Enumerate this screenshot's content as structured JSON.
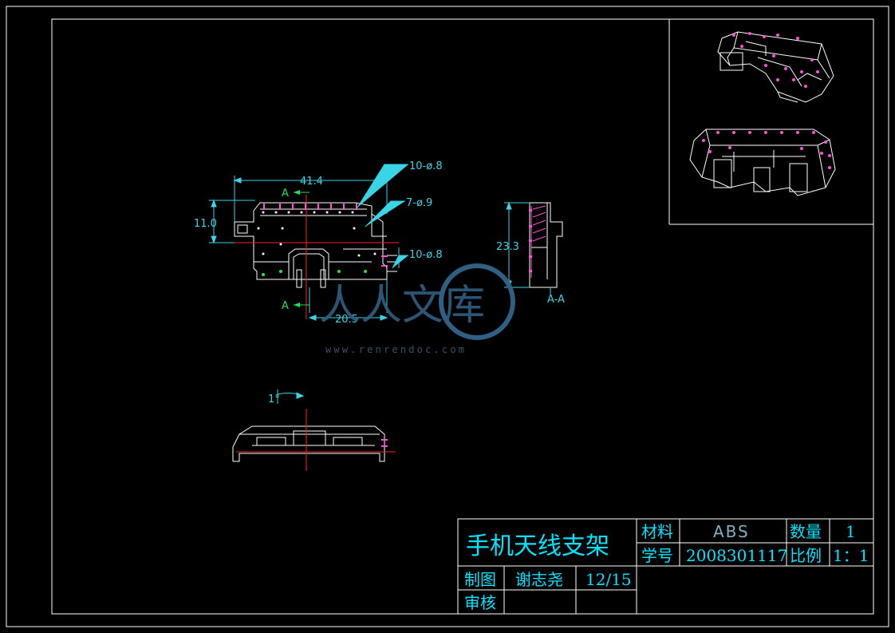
{
  "dimensions": {
    "width_total": "41.4",
    "height_left": "11.0",
    "hole_top": "10-ø.8",
    "hole_side": "7-ø.9",
    "hole_right": "10-ø.8",
    "width_bottom": "20.5",
    "height_section": "23.3",
    "angle": "1°"
  },
  "labels": {
    "section_top": "A",
    "section_bottom": "A",
    "section_view": "A-A"
  },
  "title_block": {
    "part_name": "手机天线支架",
    "material_label": "材料",
    "material_value": "ABS",
    "quantity_label": "数量",
    "quantity_value": "1",
    "student_no_label": "学号",
    "student_no_value": "2008301117",
    "scale_label": "比例",
    "scale_value": "1：1",
    "drawn_label": "制图",
    "drawn_value": "谢志尧",
    "sheet_value": "12/15",
    "review_label": "审核"
  },
  "watermark": {
    "brand": "人人文库",
    "url": "www.renrendoc.com"
  }
}
